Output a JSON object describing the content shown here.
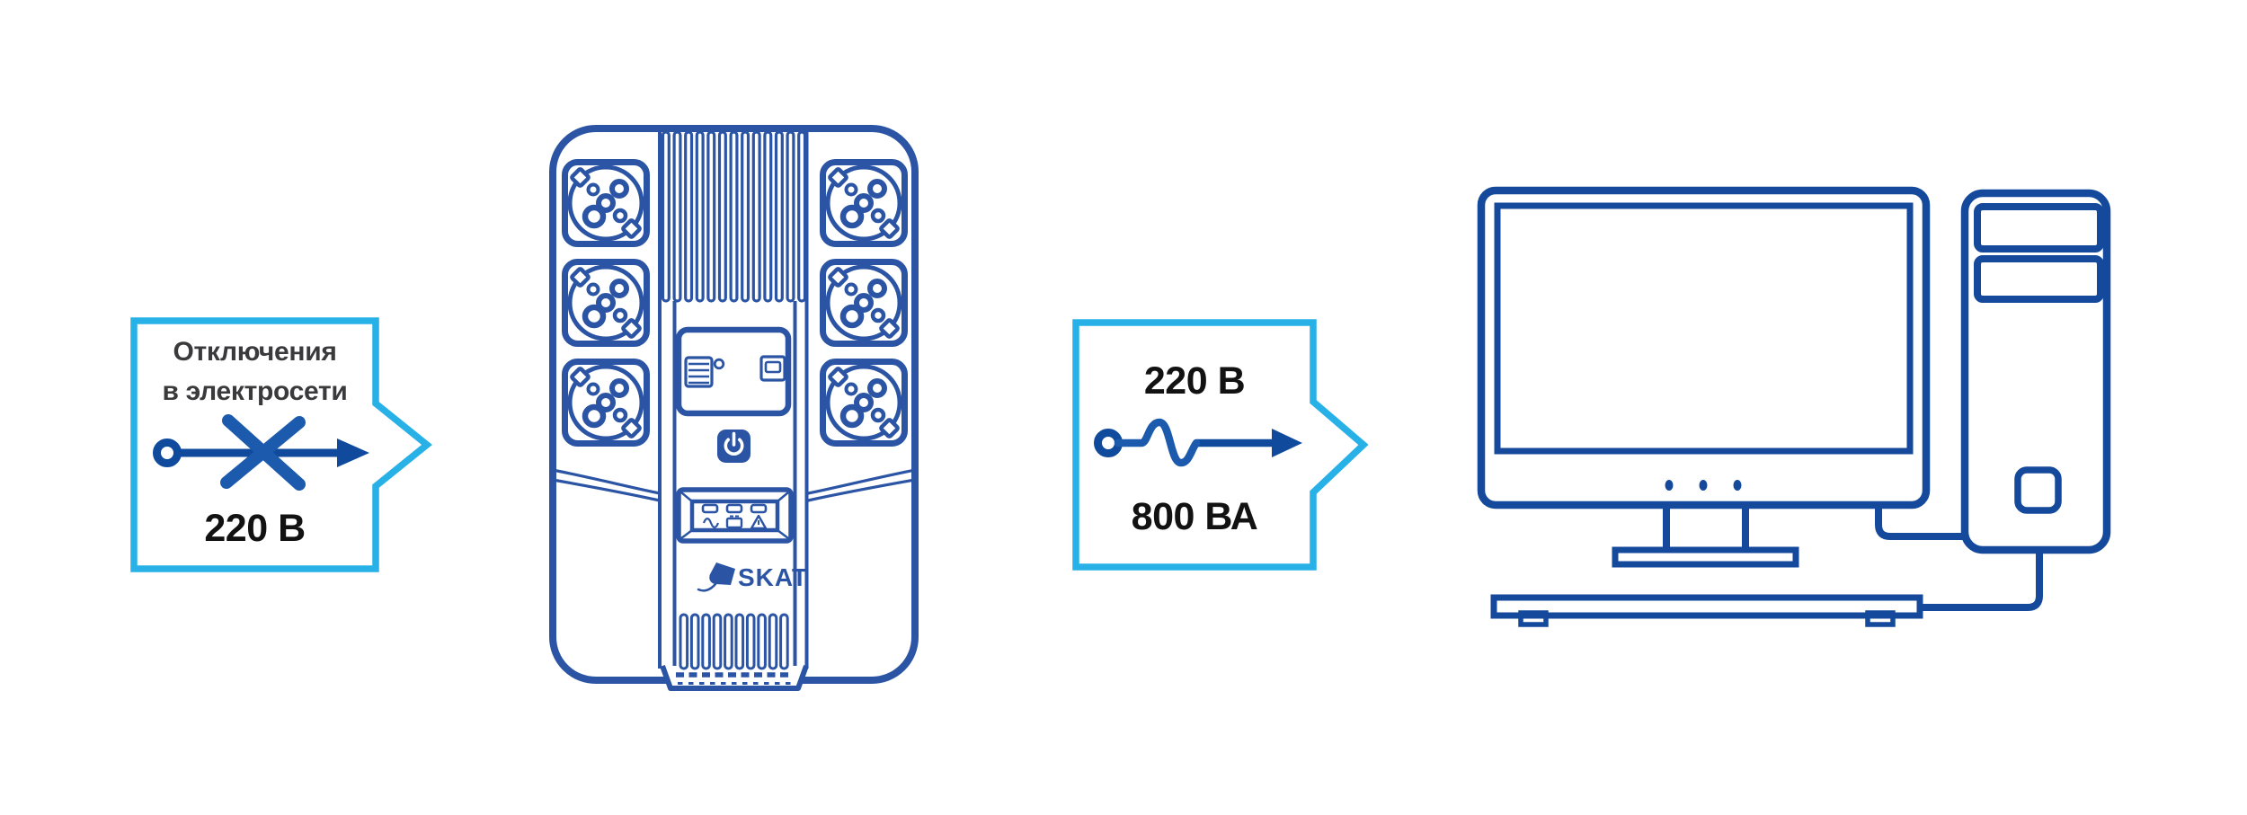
{
  "colors": {
    "background": "#ffffff",
    "ups_line": "#2b55a4",
    "computer_line": "#14499b",
    "callout_border": "#27b1e7",
    "arrow_navy": "#0f4a9d",
    "arrow_accent": "#1c5aad",
    "title_text": "#3a3a3c",
    "value_text": "#121212"
  },
  "callout_input": {
    "title": "Отключения\nв электросети",
    "value": "220 В"
  },
  "callout_output": {
    "voltage": "220 В",
    "power": "800 ВА"
  },
  "ups": {
    "brand": "SKAT"
  },
  "icons": {
    "no_power": "no-power-arrow-icon",
    "sine_wave": "sine-wave-arrow-icon",
    "power_button": "power-button-icon",
    "usb_a": "usb-a-port-icon",
    "usb_b": "usb-b-port-icon",
    "led_ac": "led-ac-sine-icon",
    "led_battery": "led-battery-icon",
    "led_warning": "led-warning-icon",
    "brand_logo": "stingray-logo-icon"
  }
}
